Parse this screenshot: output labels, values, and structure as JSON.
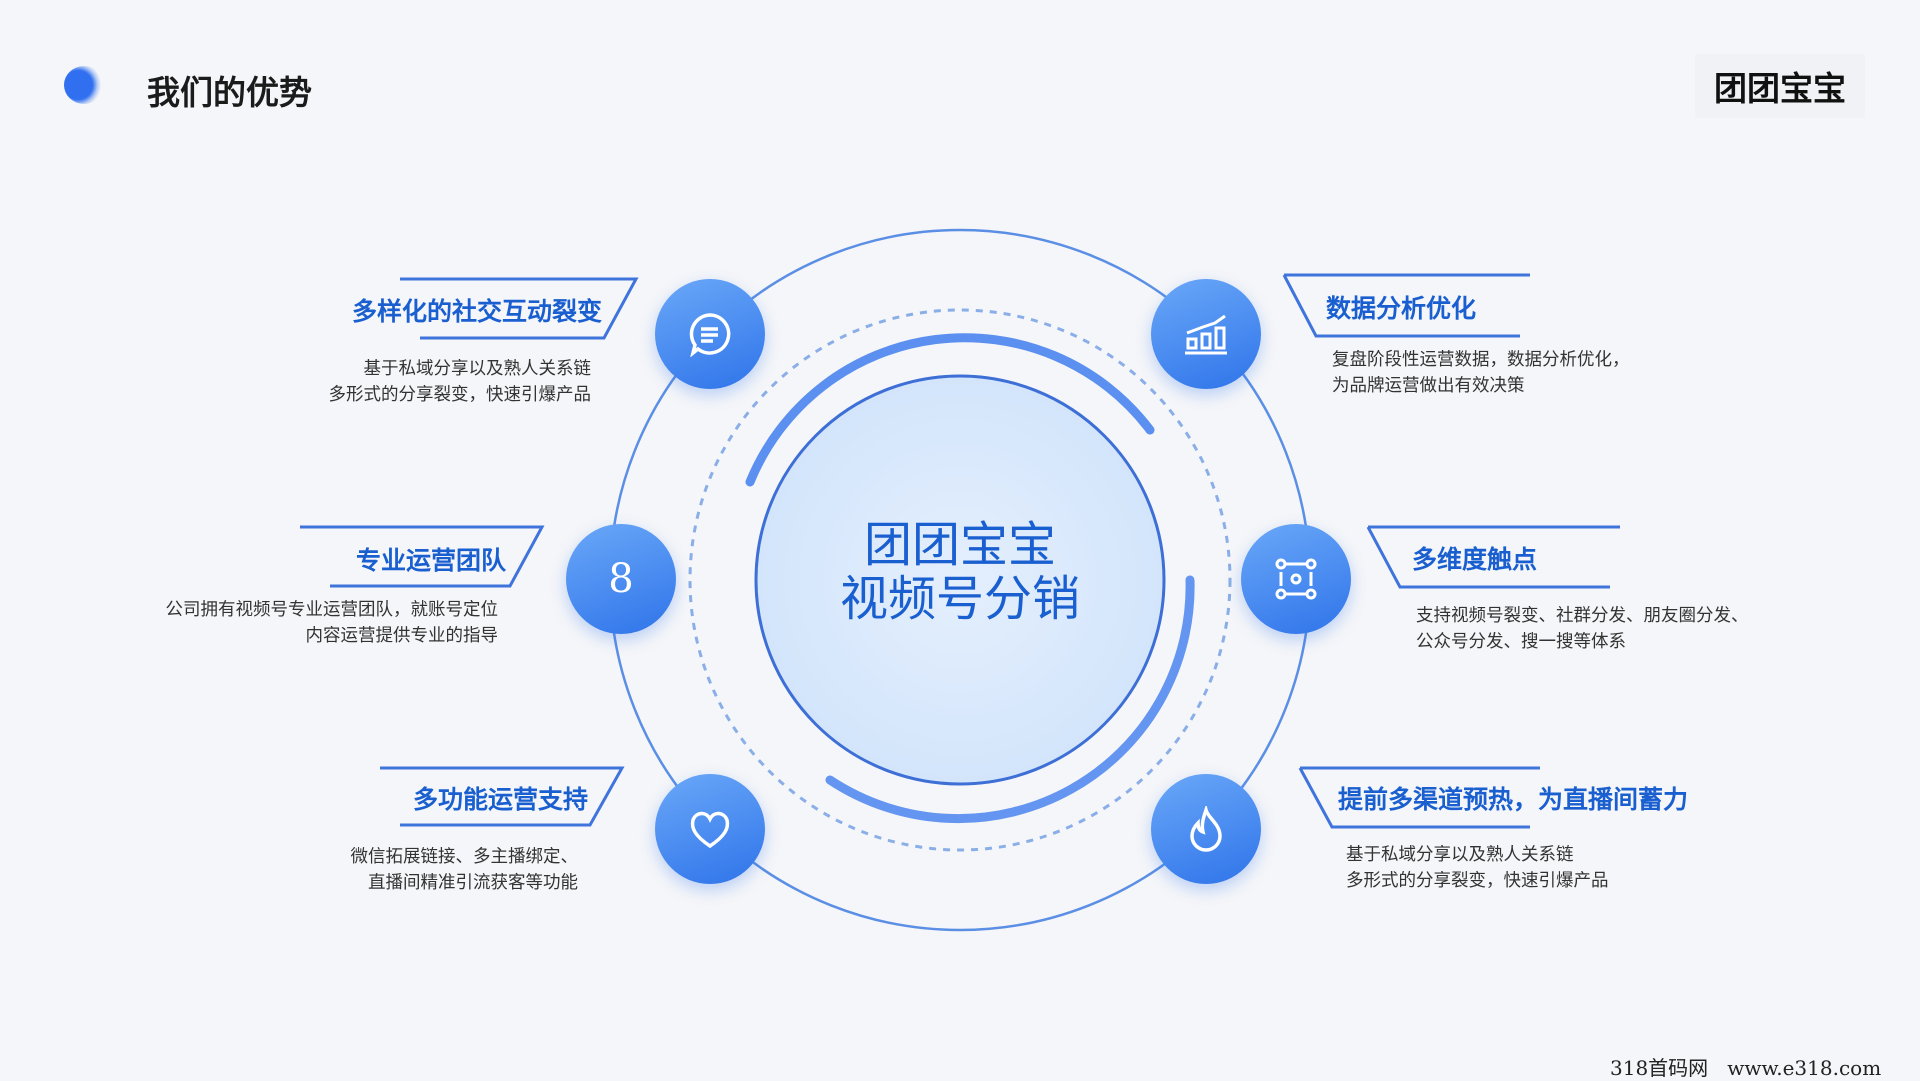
{
  "header": {
    "title": "我们的优势",
    "brand": "团团宝宝"
  },
  "center": {
    "line1": "团团宝宝",
    "line2": "视频号分销"
  },
  "features": [
    {
      "icon": "chat-icon",
      "title": "多样化的社交互动裂变",
      "desc": [
        "基于私域分享以及熟人关系链",
        "多形式的分享裂变，快速引爆产品"
      ]
    },
    {
      "icon": "number-8-icon",
      "icon_text": "8",
      "title": "专业运营团队",
      "desc": [
        "公司拥有视频号专业运营团队，就账号定位",
        "内容运营提供专业的指导"
      ]
    },
    {
      "icon": "heart-icon",
      "title": "多功能运营支持",
      "desc": [
        "微信拓展链接、多主播绑定、",
        "直播间精准引流获客等功能"
      ]
    },
    {
      "icon": "bar-chart-icon",
      "title": "数据分析优化",
      "desc": [
        "复盘阶段性运营数据，数据分析优化，",
        "为品牌运营做出有效决策"
      ]
    },
    {
      "icon": "nodes-icon",
      "title": "多维度触点",
      "desc": [
        "支持视频号裂变、社群分发、朋友圈分发、",
        "公众号分发、搜一搜等体系"
      ]
    },
    {
      "icon": "flame-icon",
      "title": "提前多渠道预热，为直播间蓄力",
      "desc": [
        "基于私域分享以及熟人关系链",
        "多形式的分享裂变，快速引爆产品"
      ]
    }
  ],
  "watermark": "318首码网   www.e318.com",
  "colors": {
    "accent": "#1a5fd0",
    "icon_bg": "#3b80ee",
    "background": "#f5f6f9"
  }
}
